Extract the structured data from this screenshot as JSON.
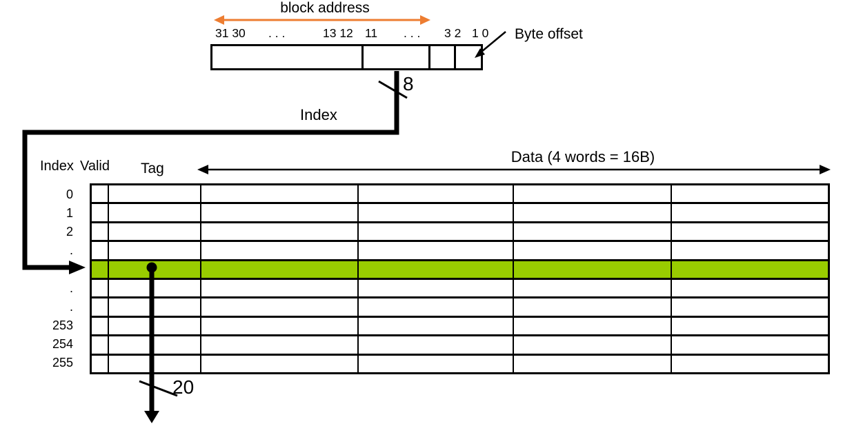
{
  "colors": {
    "highlight": "#99cc00",
    "orange": "#ed7d31",
    "line": "#000000"
  },
  "address_diagram": {
    "block_address_label": "block address",
    "byte_offset_label": "Byte offset",
    "bit_labels": [
      "31 30",
      ". . .",
      "13 12",
      "11",
      ". . .",
      "3 2",
      "1 0"
    ],
    "index_bus_width": "8",
    "index_label": "Index"
  },
  "cache_table": {
    "col_headers": {
      "index": "Index",
      "valid": "Valid",
      "tag": "Tag",
      "data": "Data (4 words = 16B)"
    },
    "row_labels": [
      "0",
      "1",
      "2",
      ".",
      "",
      ".",
      ".",
      "253",
      "254",
      "255"
    ],
    "highlighted_row": 4,
    "num_data_columns": 4,
    "tag_bus_width": "20"
  }
}
